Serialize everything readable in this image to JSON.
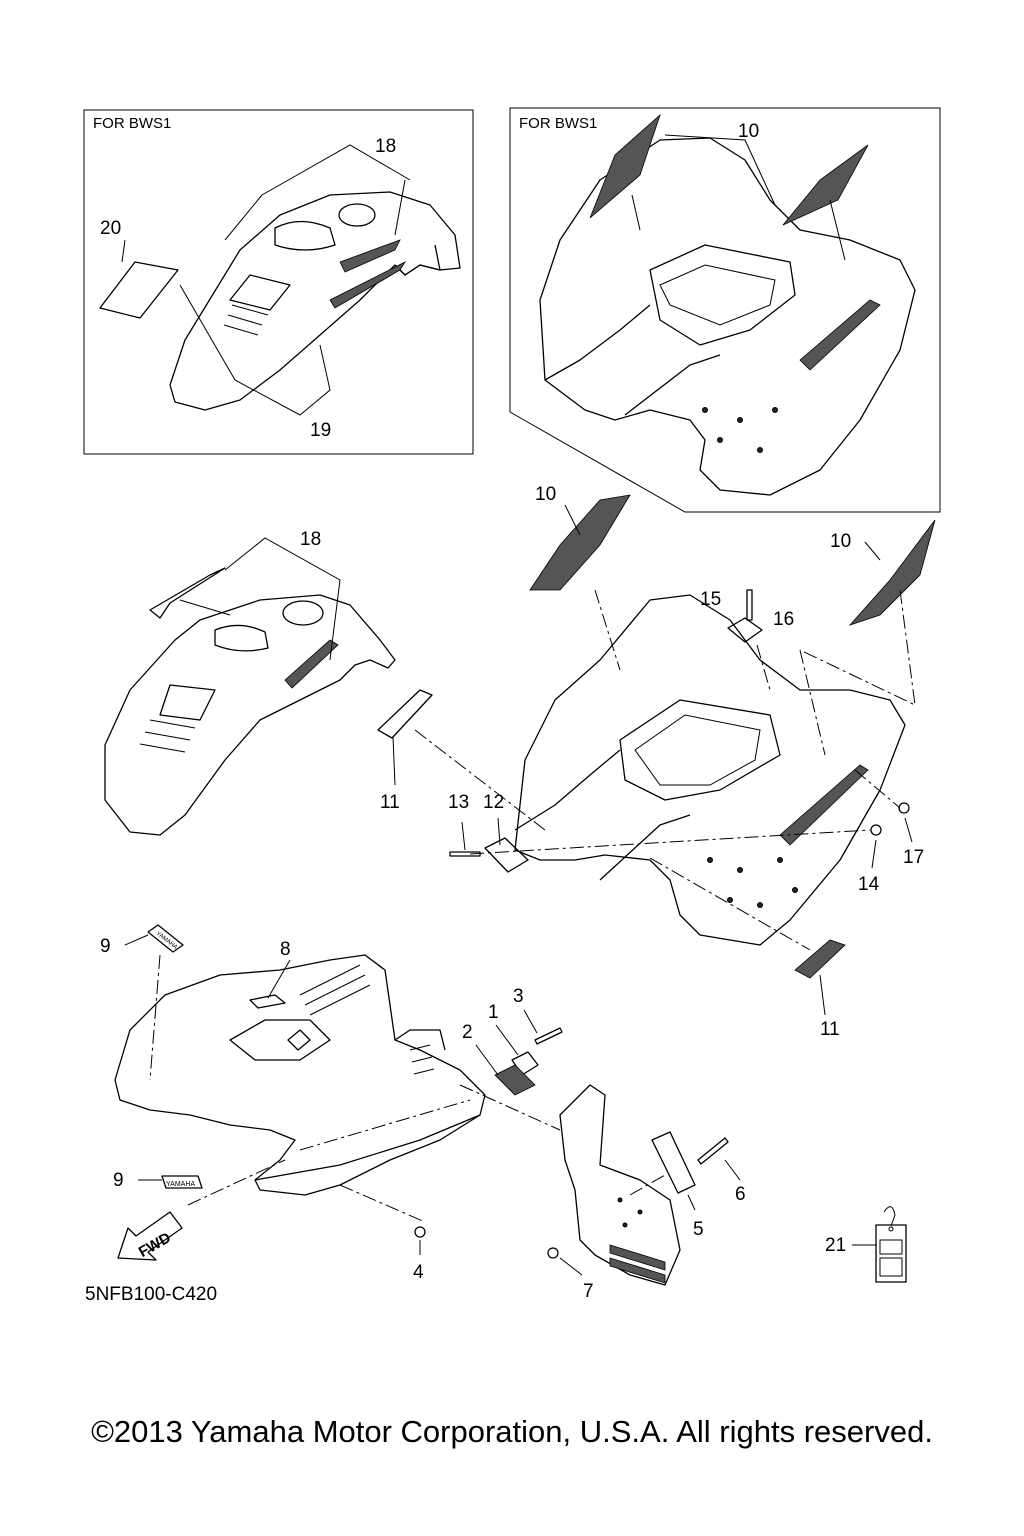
{
  "diagram": {
    "box_left_title": "FOR BWS1",
    "box_right_title": "FOR BWS1",
    "drawing_code": "5NFB100-C420",
    "fwd_arrow_text": "FWD",
    "decal_text": "YAMAHA",
    "callouts": {
      "c1": "1",
      "c2": "2",
      "c3": "3",
      "c4": "4",
      "c5": "5",
      "c6": "6",
      "c7": "7",
      "c8": "8",
      "c9a": "9",
      "c9b": "9",
      "c10_box": "10",
      "c10a": "10",
      "c10b": "10",
      "c11a": "11",
      "c11b": "11",
      "c12": "12",
      "c13": "13",
      "c14": "14",
      "c15": "15",
      "c16": "16",
      "c17": "17",
      "c18_box": "18",
      "c18": "18",
      "c19": "19",
      "c20": "20",
      "c21": "21"
    }
  },
  "footer": {
    "copyright": "©2013 Yamaha Motor Corporation, U.S.A. All rights reserved."
  }
}
